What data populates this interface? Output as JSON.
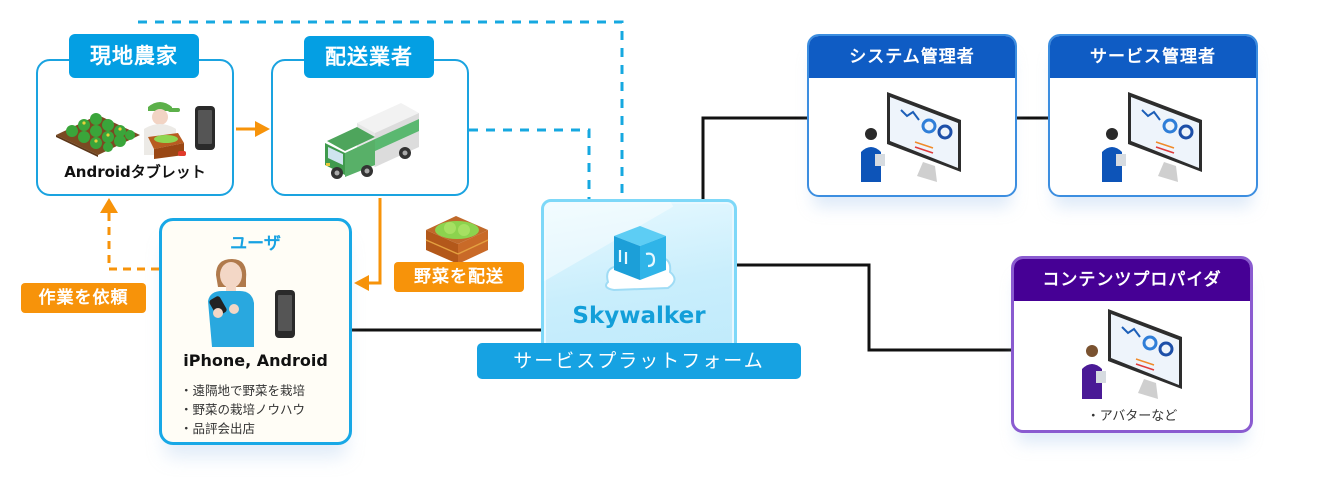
{
  "colors": {
    "blue_accent": "#049fe3",
    "orange_accent": "#f7930a",
    "admin_blue": "#0f5cc4",
    "provider_purple": "#460095",
    "dashed_line": "#16a8e0",
    "solid_line": "#111111"
  },
  "farmer": {
    "title": "現地農家",
    "caption": "Androidタブレット",
    "icons": [
      "crop-field-icon",
      "farmer-with-crate-icon",
      "smartphone-icon"
    ]
  },
  "delivery": {
    "title": "配送業者",
    "icons": [
      "delivery-truck-icon"
    ]
  },
  "user": {
    "title": "ユーザ",
    "device": "iPhone, Android",
    "items": [
      "遠隔地で野菜を栽培",
      "野菜の栽培ノウハウ",
      "品評会出店"
    ],
    "icons": [
      "person-with-phone-icon",
      "smartphone-icon"
    ]
  },
  "labels": {
    "request_work": "作業を依頼",
    "ship_vegetables": "野菜を配送"
  },
  "platform": {
    "name": "Skywalker",
    "banner": "サービスプラットフォーム",
    "icons": [
      "cube-on-cloud-logo-icon"
    ]
  },
  "admins": [
    {
      "id": "sysadmin",
      "title": "システム管理者",
      "icon": "admin-with-monitor-icon"
    },
    {
      "id": "svcadmin",
      "title": "サービス管理者",
      "icon": "admin-with-monitor-icon"
    }
  ],
  "provider": {
    "title": "コンテンツプロパイダ",
    "note": "・アバターなど",
    "icon": "provider-with-monitor-icon"
  }
}
